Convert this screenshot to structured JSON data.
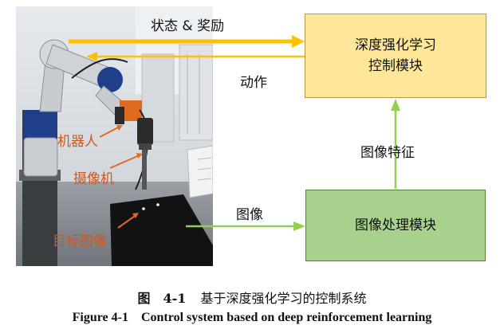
{
  "diagram": {
    "photo_labels": {
      "robot": "机器人",
      "camera": "摄像机",
      "target": "目标图像"
    },
    "rl_module": {
      "line1": "深度强化学习",
      "line2": "控制模块"
    },
    "image_module": {
      "label": "图像处理模块"
    },
    "edges": {
      "state_reward": "状态 & 奖励",
      "action": "动作",
      "image": "图像",
      "image_features": "图像特征"
    },
    "colors": {
      "rl_box": "#ffe699",
      "image_box": "#a9d18e",
      "state_arrow": "#ffc000",
      "green_arrow": "#92d050",
      "photo_label": "#d4581c"
    }
  },
  "caption": {
    "cn_fig": "图　4-1",
    "cn_title": "基于深度强化学习的控制系统",
    "en_fig": "Figure 4-1",
    "en_title": "Control system based on deep reinforcement learning"
  }
}
